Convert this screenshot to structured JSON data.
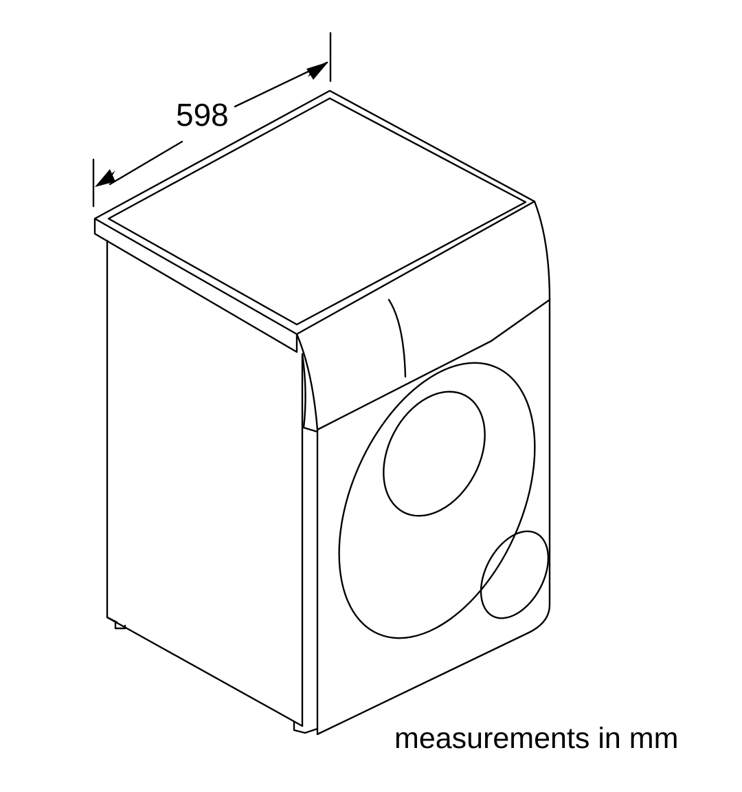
{
  "dimension": {
    "width_value": "598",
    "unit": "mm"
  },
  "caption": "measurements in mm",
  "colors": {
    "line": "#000000",
    "background": "#ffffff"
  }
}
